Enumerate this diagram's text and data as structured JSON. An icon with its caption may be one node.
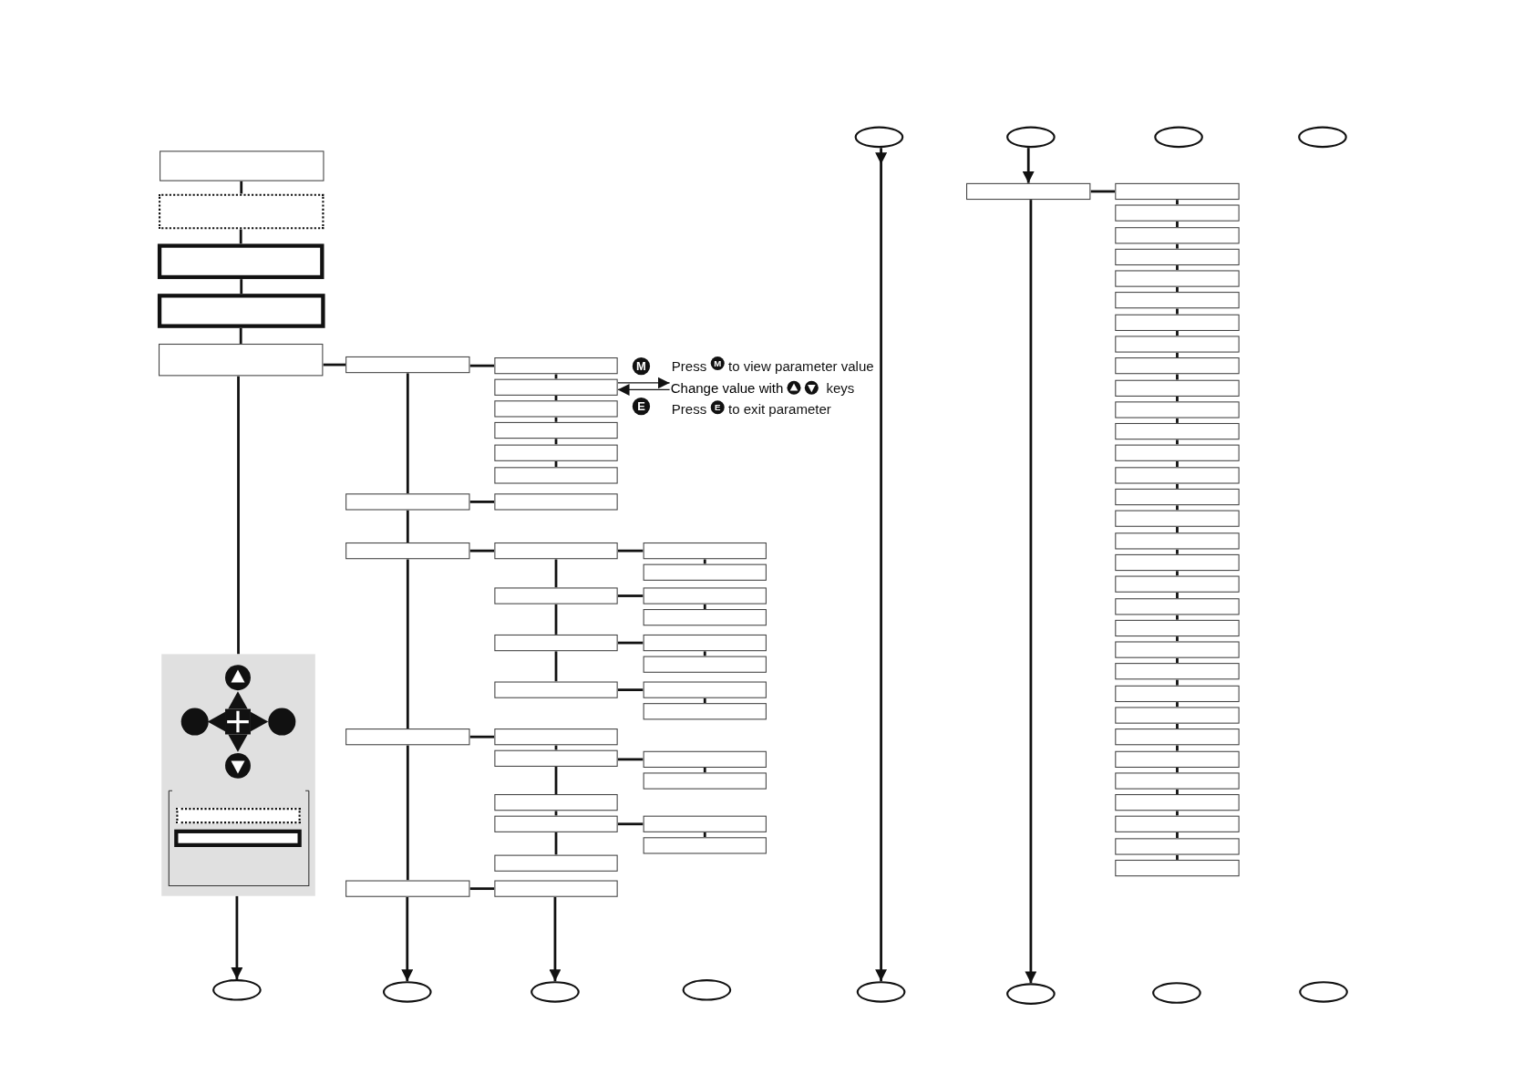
{
  "diagram": {
    "nodes": [
      {
        "text": [],
        "shape": "box"
      },
      {
        "text": [],
        "shape": "box"
      },
      {
        "text": [],
        "shape": "box"
      },
      {
        "text": [],
        "shape": "box"
      },
      {
        "text": [],
        "shape": "box"
      },
      {
        "text": [],
        "shape": "box"
      },
      {
        "text": [],
        "shape": "box"
      },
      {
        "text": [],
        "shape": "box"
      },
      {
        "text": [],
        "shape": "box"
      },
      {
        "text": [],
        "shape": "box"
      },
      {
        "text": [],
        "shape": "box"
      },
      {
        "text": [],
        "shape": "box"
      },
      {
        "text": [],
        "shape": "box"
      },
      {
        "text": [],
        "shape": "box"
      },
      {
        "text": [],
        "shape": "box"
      },
      {
        "text": [],
        "shape": "box"
      },
      {
        "text": [],
        "shape": "box"
      },
      {
        "text": [],
        "shape": "box"
      },
      {
        "text": [],
        "shape": "box"
      },
      {
        "text": [],
        "shape": "box"
      },
      {
        "text": [],
        "shape": "box"
      },
      {
        "text": [],
        "shape": "box"
      },
      {
        "text": [],
        "shape": "box"
      },
      {
        "text": [],
        "shape": "box"
      },
      {
        "text": [],
        "shape": "box"
      },
      {
        "text": [],
        "shape": "box"
      },
      {
        "text": [],
        "shape": "box"
      },
      {
        "text": [],
        "shape": "box"
      },
      {
        "text": [],
        "shape": "box"
      },
      {
        "text": [],
        "shape": "box"
      },
      {
        "text": [],
        "shape": "box"
      },
      {
        "text": [],
        "shape": "box"
      },
      {
        "text": [],
        "shape": "box"
      },
      {
        "text": [],
        "shape": "box"
      },
      {
        "text": [],
        "shape": "box"
      },
      {
        "text": [],
        "shape": "box"
      },
      {
        "text": [],
        "shape": "box"
      },
      {
        "text": [],
        "shape": "box"
      },
      {
        "text": [],
        "shape": "box"
      },
      {
        "text": [],
        "shape": "box"
      },
      {
        "text": [],
        "shape": "box",
        "in": 39
      },
      {
        "text": [],
        "shape": "box",
        "in": 39
      },
      {
        "text": [],
        "shape": "ellipse"
      },
      {
        "text": [],
        "shape": "ellipse"
      },
      {
        "text": [],
        "shape": "ellipse"
      },
      {
        "text": [],
        "shape": "ellipse"
      },
      {
        "text": [],
        "shape": "ellipse"
      },
      {
        "text": [],
        "shape": "ellipse"
      },
      {
        "text": [],
        "shape": "ellipse"
      },
      {
        "text": [],
        "shape": "ellipse"
      },
      {
        "text": [],
        "shape": "ellipse"
      },
      {
        "text": [],
        "shape": "ellipse"
      },
      {
        "text": [],
        "shape": "ellipse"
      },
      {
        "text": [],
        "shape": "ellipse"
      },
      {
        "text": [],
        "shape": "box"
      },
      {
        "text": [],
        "shape": "box"
      },
      {
        "text": [],
        "shape": "box"
      },
      {
        "text": [],
        "shape": "box"
      },
      {
        "text": [],
        "shape": "box"
      },
      {
        "text": [],
        "shape": "box"
      },
      {
        "text": [],
        "shape": "box"
      },
      {
        "text": [],
        "shape": "box"
      },
      {
        "text": [],
        "shape": "box"
      },
      {
        "text": [],
        "shape": "box"
      },
      {
        "text": [],
        "shape": "box"
      },
      {
        "text": [],
        "shape": "box"
      },
      {
        "text": [],
        "shape": "box"
      },
      {
        "text": [],
        "shape": "box"
      },
      {
        "text": [],
        "shape": "box"
      },
      {
        "text": [],
        "shape": "box"
      },
      {
        "text": [],
        "shape": "box"
      },
      {
        "text": [],
        "shape": "box"
      },
      {
        "text": [],
        "shape": "box"
      },
      {
        "text": [],
        "shape": "box"
      },
      {
        "text": [],
        "shape": "box"
      },
      {
        "text": [],
        "shape": "box"
      },
      {
        "text": [],
        "shape": "box"
      },
      {
        "text": [],
        "shape": "box"
      },
      {
        "text": [],
        "shape": "box"
      },
      {
        "text": [],
        "shape": "box"
      },
      {
        "text": [],
        "shape": "box"
      },
      {
        "text": [],
        "shape": "box"
      },
      {
        "text": [],
        "shape": "box"
      },
      {
        "text": [],
        "shape": "box"
      },
      {
        "text": [],
        "shape": "box"
      },
      {
        "text": [],
        "shape": "box"
      },
      {
        "text": [],
        "shape": "box"
      },
      {
        "text": [
          "Change value with"
        ]
      }
    ],
    "edges": [
      {
        "from": 0,
        "to": 1,
        "arrow": "none"
      },
      {
        "from": 1,
        "to": 2,
        "arrow": "none"
      },
      {
        "from": 2,
        "to": 3,
        "arrow": "none"
      },
      {
        "from": 3,
        "to": 4,
        "arrow": "none"
      },
      {
        "from": 4,
        "to": 39,
        "arrow": "none"
      },
      {
        "from": 39,
        "to": 46,
        "arrow": "to"
      },
      {
        "from": 4,
        "to": 5,
        "arrow": "none"
      },
      {
        "from": 5,
        "to": 6,
        "arrow": "none"
      },
      {
        "from": 6,
        "to": 7,
        "arrow": "none"
      },
      {
        "from": 7,
        "to": 8,
        "arrow": "none"
      },
      {
        "from": 8,
        "to": 9,
        "arrow": "none"
      },
      {
        "from": 9,
        "to": 47,
        "arrow": "to"
      },
      {
        "from": 5,
        "to": 10,
        "arrow": "none"
      },
      {
        "from": 10,
        "to": 11,
        "arrow": "none"
      },
      {
        "from": 11,
        "to": 12,
        "arrow": "none"
      },
      {
        "from": 12,
        "to": 13,
        "arrow": "none"
      },
      {
        "from": 13,
        "to": 14,
        "arrow": "none"
      },
      {
        "from": 14,
        "to": 15,
        "arrow": "none"
      },
      {
        "from": 6,
        "to": 16,
        "arrow": "none"
      },
      {
        "from": 7,
        "to": 17,
        "arrow": "none"
      },
      {
        "from": 17,
        "to": 18,
        "arrow": "none"
      },
      {
        "from": 18,
        "to": 19,
        "arrow": "none"
      },
      {
        "from": 19,
        "to": 20,
        "arrow": "none"
      },
      {
        "from": 17,
        "to": 27,
        "arrow": "none"
      },
      {
        "from": 27,
        "to": 28,
        "arrow": "none"
      },
      {
        "from": 18,
        "to": 29,
        "arrow": "none"
      },
      {
        "from": 29,
        "to": 30,
        "arrow": "none"
      },
      {
        "from": 19,
        "to": 31,
        "arrow": "none"
      },
      {
        "from": 31,
        "to": 32,
        "arrow": "none"
      },
      {
        "from": 20,
        "to": 33,
        "arrow": "none"
      },
      {
        "from": 33,
        "to": 34,
        "arrow": "none"
      },
      {
        "from": 8,
        "to": 21,
        "arrow": "none"
      },
      {
        "from": 21,
        "to": 22,
        "arrow": "none"
      },
      {
        "from": 22,
        "to": 23,
        "arrow": "none"
      },
      {
        "from": 23,
        "to": 24,
        "arrow": "none"
      },
      {
        "from": 24,
        "to": 25,
        "arrow": "none"
      },
      {
        "from": 22,
        "to": 35,
        "arrow": "none"
      },
      {
        "from": 35,
        "to": 36,
        "arrow": "none"
      },
      {
        "from": 24,
        "to": 37,
        "arrow": "none"
      },
      {
        "from": 37,
        "to": 38,
        "arrow": "none"
      },
      {
        "from": 9,
        "to": 26,
        "arrow": "none"
      },
      {
        "from": 26,
        "to": 48,
        "arrow": "to"
      },
      {
        "from": 11,
        "to": 87,
        "arrow": "to"
      },
      {
        "from": 87,
        "to": 11,
        "arrow": "to"
      },
      {
        "from": 42,
        "to": 50,
        "arrow": "to"
      },
      {
        "from": 43,
        "to": 54,
        "arrow": "to"
      },
      {
        "from": 54,
        "to": 51,
        "arrow": "to"
      },
      {
        "from": 54,
        "to": 55,
        "arrow": "none"
      },
      {
        "from": 55,
        "to": 56,
        "arrow": "none"
      },
      {
        "from": 56,
        "to": 57,
        "arrow": "none"
      },
      {
        "from": 57,
        "to": 58,
        "arrow": "none"
      },
      {
        "from": 58,
        "to": 59,
        "arrow": "none"
      },
      {
        "from": 59,
        "to": 60,
        "arrow": "none"
      },
      {
        "from": 60,
        "to": 61,
        "arrow": "none"
      },
      {
        "from": 61,
        "to": 62,
        "arrow": "none"
      },
      {
        "from": 62,
        "to": 63,
        "arrow": "none"
      },
      {
        "from": 63,
        "to": 64,
        "arrow": "none"
      },
      {
        "from": 64,
        "to": 65,
        "arrow": "none"
      },
      {
        "from": 65,
        "to": 66,
        "arrow": "none"
      },
      {
        "from": 66,
        "to": 67,
        "arrow": "none"
      },
      {
        "from": 67,
        "to": 68,
        "arrow": "none"
      },
      {
        "from": 68,
        "to": 69,
        "arrow": "none"
      },
      {
        "from": 69,
        "to": 70,
        "arrow": "none"
      },
      {
        "from": 70,
        "to": 71,
        "arrow": "none"
      },
      {
        "from": 71,
        "to": 72,
        "arrow": "none"
      },
      {
        "from": 72,
        "to": 73,
        "arrow": "none"
      },
      {
        "from": 73,
        "to": 74,
        "arrow": "none"
      },
      {
        "from": 74,
        "to": 75,
        "arrow": "none"
      },
      {
        "from": 75,
        "to": 76,
        "arrow": "none"
      },
      {
        "from": 76,
        "to": 77,
        "arrow": "none"
      },
      {
        "from": 77,
        "to": 78,
        "arrow": "none"
      },
      {
        "from": 78,
        "to": 79,
        "arrow": "none"
      },
      {
        "from": 79,
        "to": 80,
        "arrow": "none"
      },
      {
        "from": 80,
        "to": 81,
        "arrow": "none"
      },
      {
        "from": 81,
        "to": 82,
        "arrow": "none"
      },
      {
        "from": 82,
        "to": 83,
        "arrow": "none"
      },
      {
        "from": 83,
        "to": 84,
        "arrow": "none"
      },
      {
        "from": 84,
        "to": 85,
        "arrow": "none"
      },
      {
        "from": 85,
        "to": 86,
        "arrow": "none"
      }
    ],
    "labels": [
      "M",
      "Press",
      "M",
      "to view parameter value",
      "keys",
      "E",
      "Press",
      "E",
      "to exit parameter"
    ]
  }
}
